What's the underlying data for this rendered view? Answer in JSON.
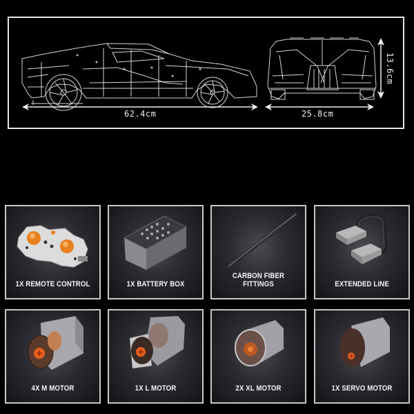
{
  "dimensions": {
    "length": "62.4cm",
    "width": "25.8cm",
    "height": "13.6cm"
  },
  "colors": {
    "background": "#000000",
    "frame_border": "#e8e8e8",
    "tile_border": "#c9c9c9",
    "accent_orange": "#e8801c"
  },
  "components": [
    {
      "label": "1X REMOTE CONTROL",
      "icon": "remote-control-icon"
    },
    {
      "label": "1X BATTERY BOX",
      "icon": "battery-box-icon"
    },
    {
      "label": "CARBON FIBER FITTINGS",
      "icon": "carbon-fiber-rod-icon"
    },
    {
      "label": "EXTENDED LINE",
      "icon": "extension-cable-icon"
    },
    {
      "label": "4X M MOTOR",
      "icon": "m-motor-icon"
    },
    {
      "label": "1X L MOTOR",
      "icon": "l-motor-icon"
    },
    {
      "label": "2X XL MOTOR",
      "icon": "xl-motor-icon"
    },
    {
      "label": "1X SERVO MOTOR",
      "icon": "servo-motor-icon"
    }
  ]
}
